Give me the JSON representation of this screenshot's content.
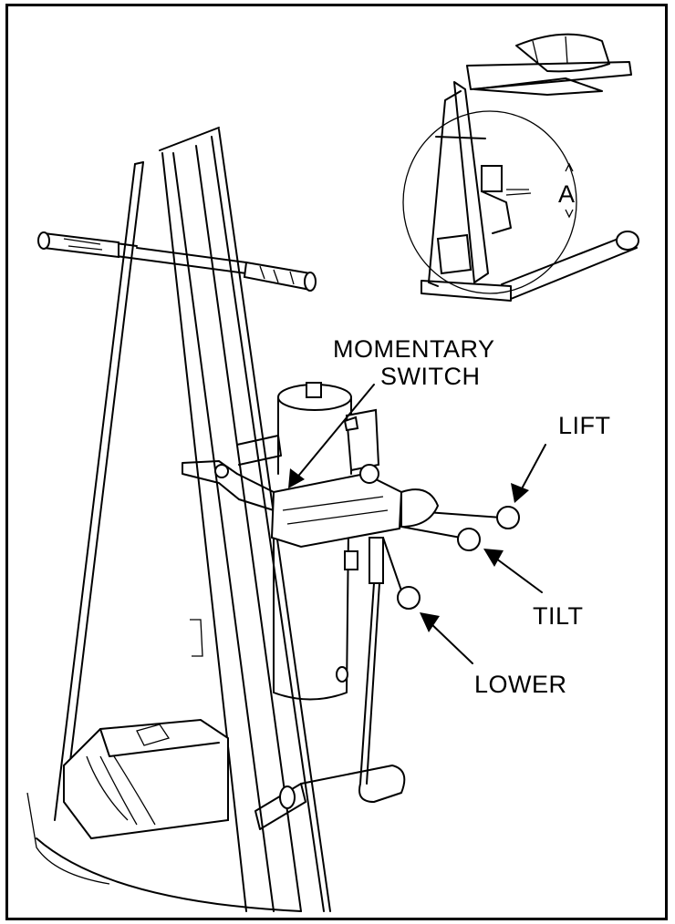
{
  "diagram": {
    "callouts": {
      "momentary_switch_line1": "MOMENTARY",
      "momentary_switch_line2": "SWITCH",
      "lift": "LIFT",
      "tilt": "TILT",
      "lower": "LOWER"
    },
    "detail_marker": "A"
  }
}
